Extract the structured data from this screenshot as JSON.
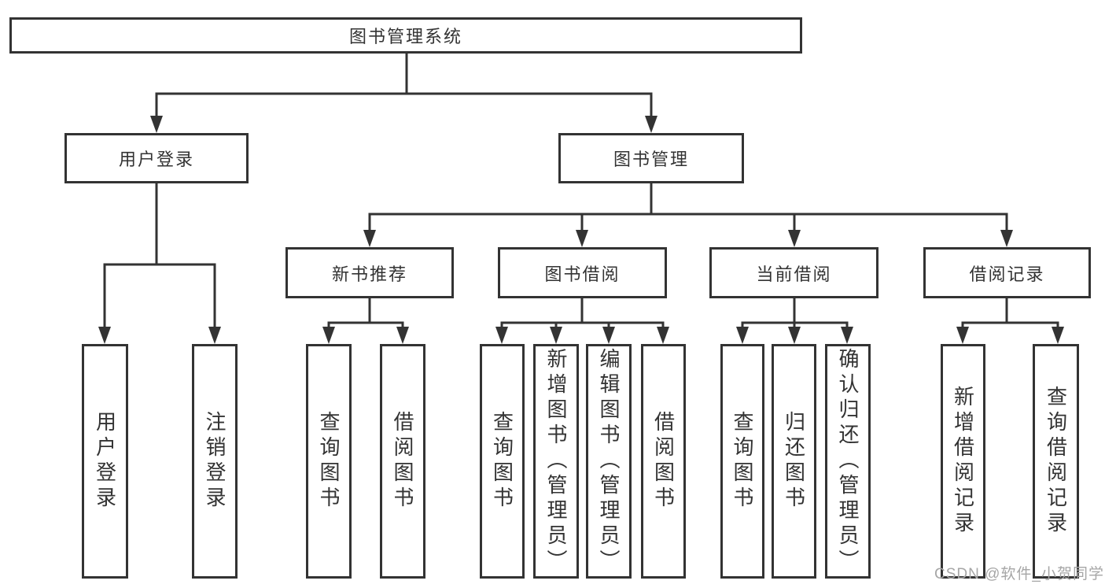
{
  "diagram": {
    "root_label": "图书管理系统",
    "level2": {
      "user_login": "用户登录",
      "book_mgmt": "图书管理"
    },
    "level3": {
      "new_books": "新书推荐",
      "book_borrow": "图书借阅",
      "current_borrow": "当前借阅",
      "borrow_records": "借阅记录"
    },
    "leaves": {
      "user_login": [
        "用户登录",
        "注销登录"
      ],
      "new_books": [
        "查询图书",
        "借阅图书"
      ],
      "book_borrow": [
        "查询图书",
        "新增图书（管理员）",
        "编辑图书（管理员）",
        "借阅图书"
      ],
      "current_borrow": [
        "查询图书",
        "归还图书",
        "确认归还（管理员）"
      ],
      "borrow_records": [
        "新增借阅记录",
        "查询借阅记录"
      ]
    },
    "colors": {
      "line": "#333333",
      "box_border": "#333333",
      "text": "#333333",
      "background": "#ffffff",
      "watermark": "#a6a6a6"
    },
    "watermark": "CSDN @软件_小贺同学"
  }
}
